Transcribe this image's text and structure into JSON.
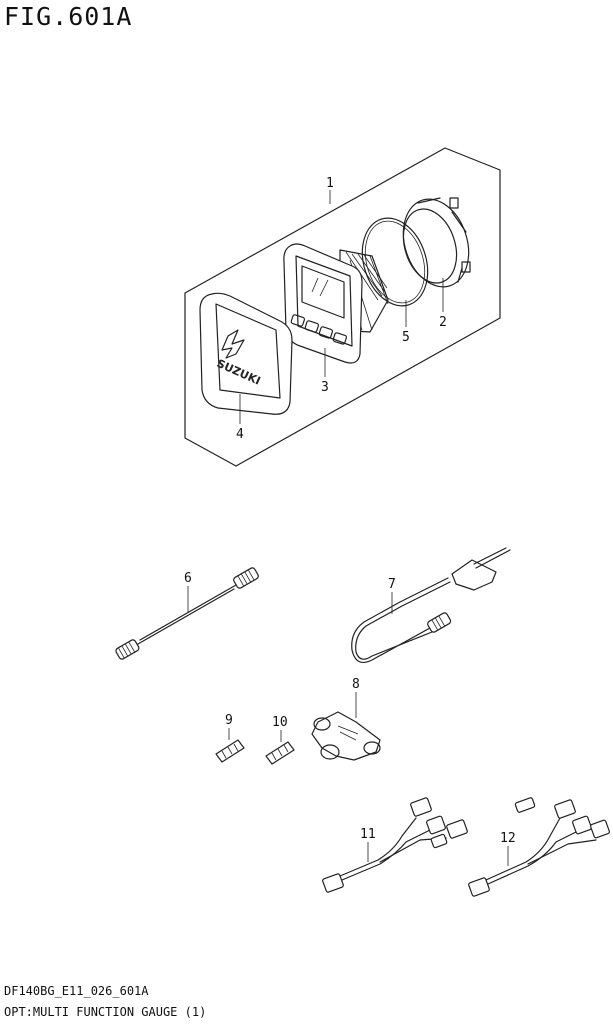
{
  "figure_title": "FIG.601A",
  "footer": {
    "code": "DF140BG_E11_026_601A",
    "description": "OPT:MULTI FUNCTION GAUGE (1)"
  },
  "brand_text": "SUZUKI",
  "callouts": [
    "1",
    "2",
    "3",
    "4",
    "5",
    "6",
    "7",
    "8",
    "9",
    "10",
    "11",
    "12"
  ]
}
